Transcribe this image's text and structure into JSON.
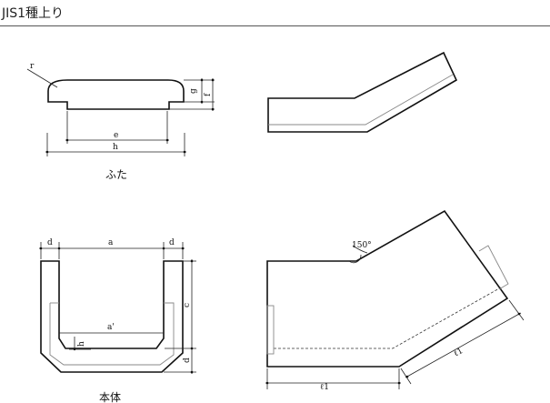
{
  "title": "JIS1種上り",
  "cover": {
    "caption": "ふた",
    "labels": {
      "r": "r",
      "g": "g",
      "f": "f",
      "e": "e",
      "h": "h"
    }
  },
  "body": {
    "caption": "本体",
    "labels": {
      "d": "d",
      "a": "a",
      "c": "c",
      "a_prime": "a'",
      "h": "h"
    }
  },
  "elevation": {
    "labels": {
      "angle": "150°",
      "l1": "ℓ1"
    }
  }
}
